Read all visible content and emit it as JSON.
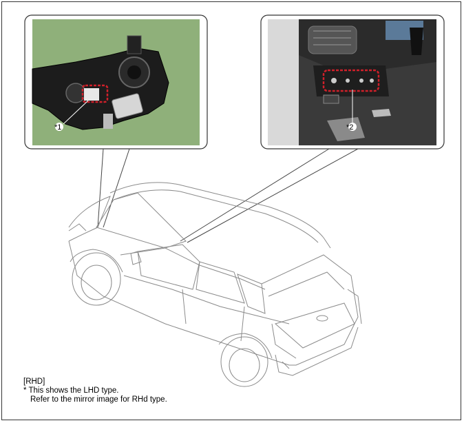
{
  "callouts": {
    "one": "*1",
    "two": "*2"
  },
  "notes": {
    "heading": "[RHD]",
    "line1": "* This shows the LHD type.",
    "line2": "Refer to the mirror image for RHd type."
  },
  "colors": {
    "highlight": "#d0202a",
    "photo_bg_left": "#8fb07a",
    "line": "#555555"
  }
}
